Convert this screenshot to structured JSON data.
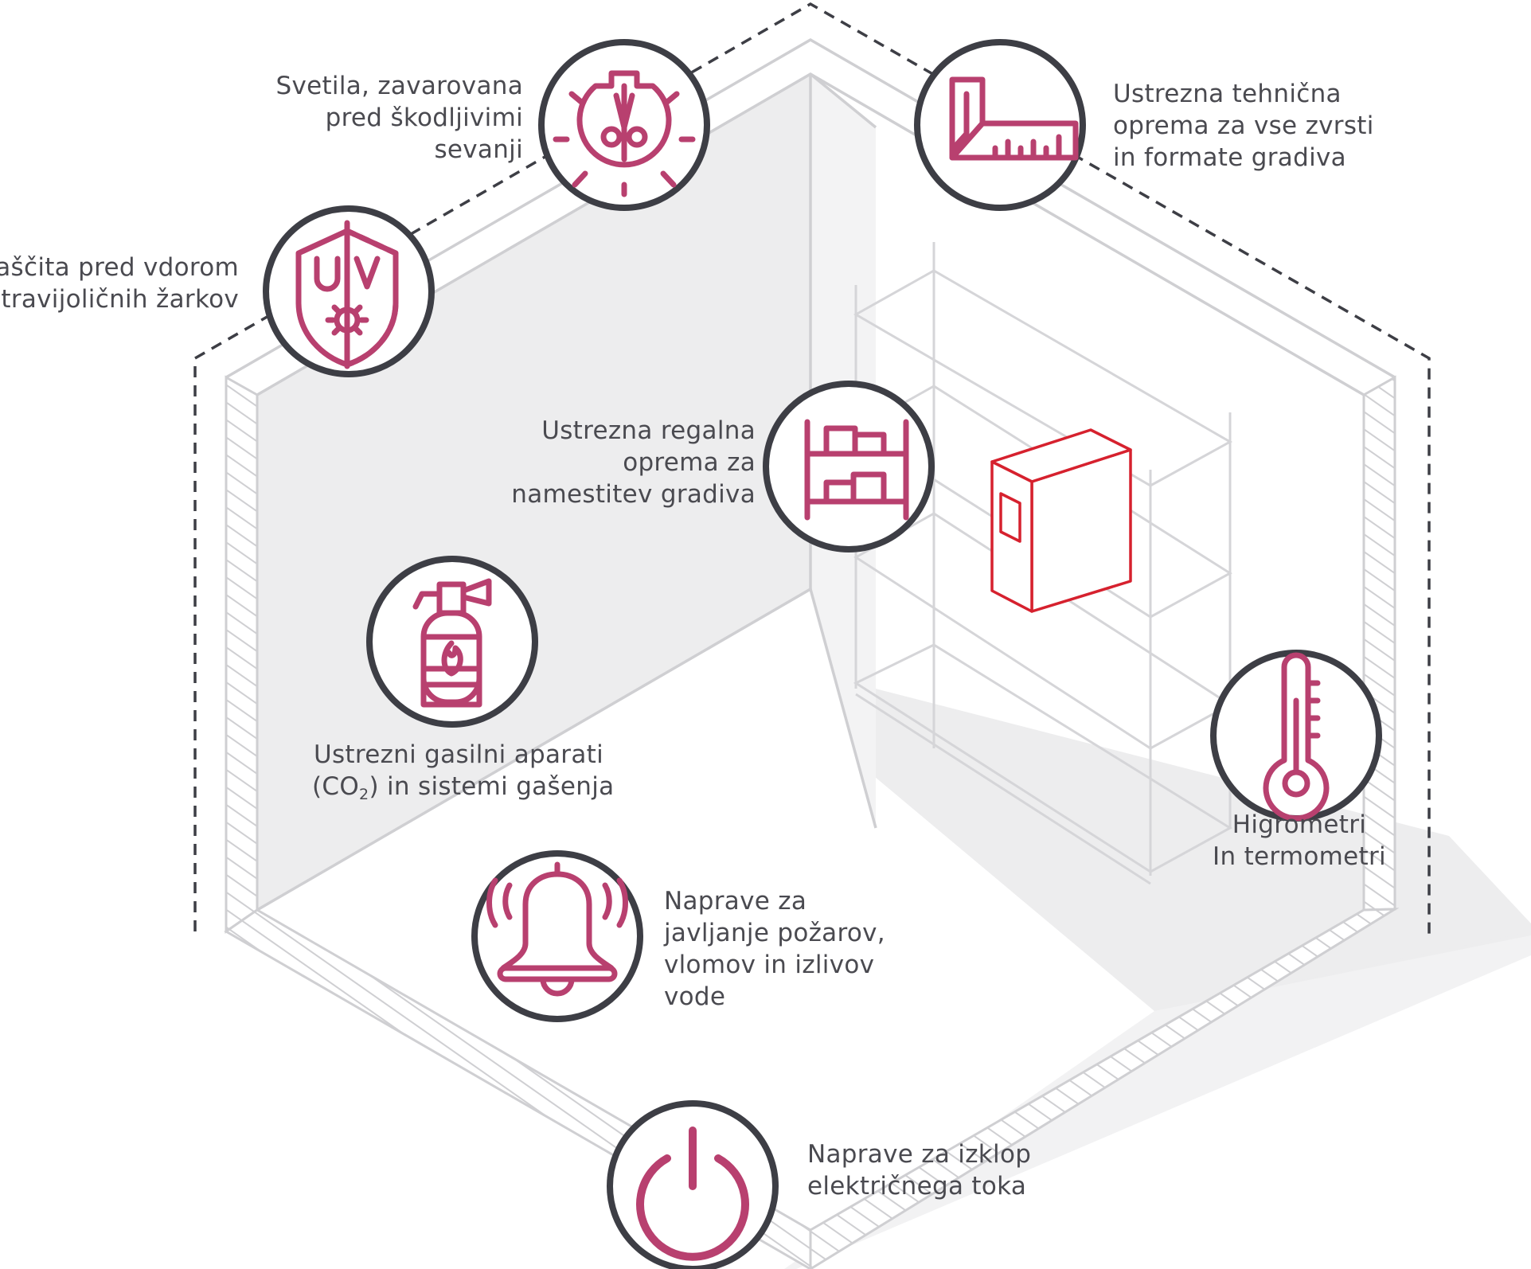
{
  "colors": {
    "accent": "#b8406f",
    "ring": "#3d3e45",
    "book": "#d6212e",
    "room": "#cfcfd2",
    "wall_fill": "#ededee",
    "dashed": "#3d3e45",
    "text": "#4a4a50"
  },
  "items": [
    {
      "id": "uv",
      "icon": "uv-shield-icon",
      "lines": [
        "Zaščita pred vdorom",
        "ultravijoličnih žarkov"
      ]
    },
    {
      "id": "lamp",
      "icon": "light-bulb-icon",
      "lines": [
        "Svetila, zavarovana",
        "pred škodljivimi",
        "sevanji"
      ]
    },
    {
      "id": "tools",
      "icon": "set-square-ruler-icon",
      "lines": [
        "Ustrezna tehnična",
        "oprema za vse zvrsti",
        "in formate gradiva"
      ]
    },
    {
      "id": "shelf",
      "icon": "shelving-icon",
      "lines": [
        "Ustrezna regalna",
        "oprema za",
        "namestitev gradiva"
      ]
    },
    {
      "id": "fire",
      "icon": "fire-extinguisher-icon",
      "line1": "Ustrezni gasilni aparati",
      "co_prefix": "(CO",
      "co_sub": "2",
      "co_suffix": ") in sistemi gašenja"
    },
    {
      "id": "thermo",
      "icon": "thermometer-icon",
      "lines": [
        "Higrometri",
        "In termometri"
      ]
    },
    {
      "id": "alarm",
      "icon": "alarm-bell-icon",
      "lines": [
        "Naprave za",
        "javljanje požarov,",
        "vlomov in izlivov",
        "vode"
      ]
    },
    {
      "id": "power",
      "icon": "power-icon",
      "lines": [
        "Naprave za izklop",
        "električnega toka"
      ]
    }
  ]
}
